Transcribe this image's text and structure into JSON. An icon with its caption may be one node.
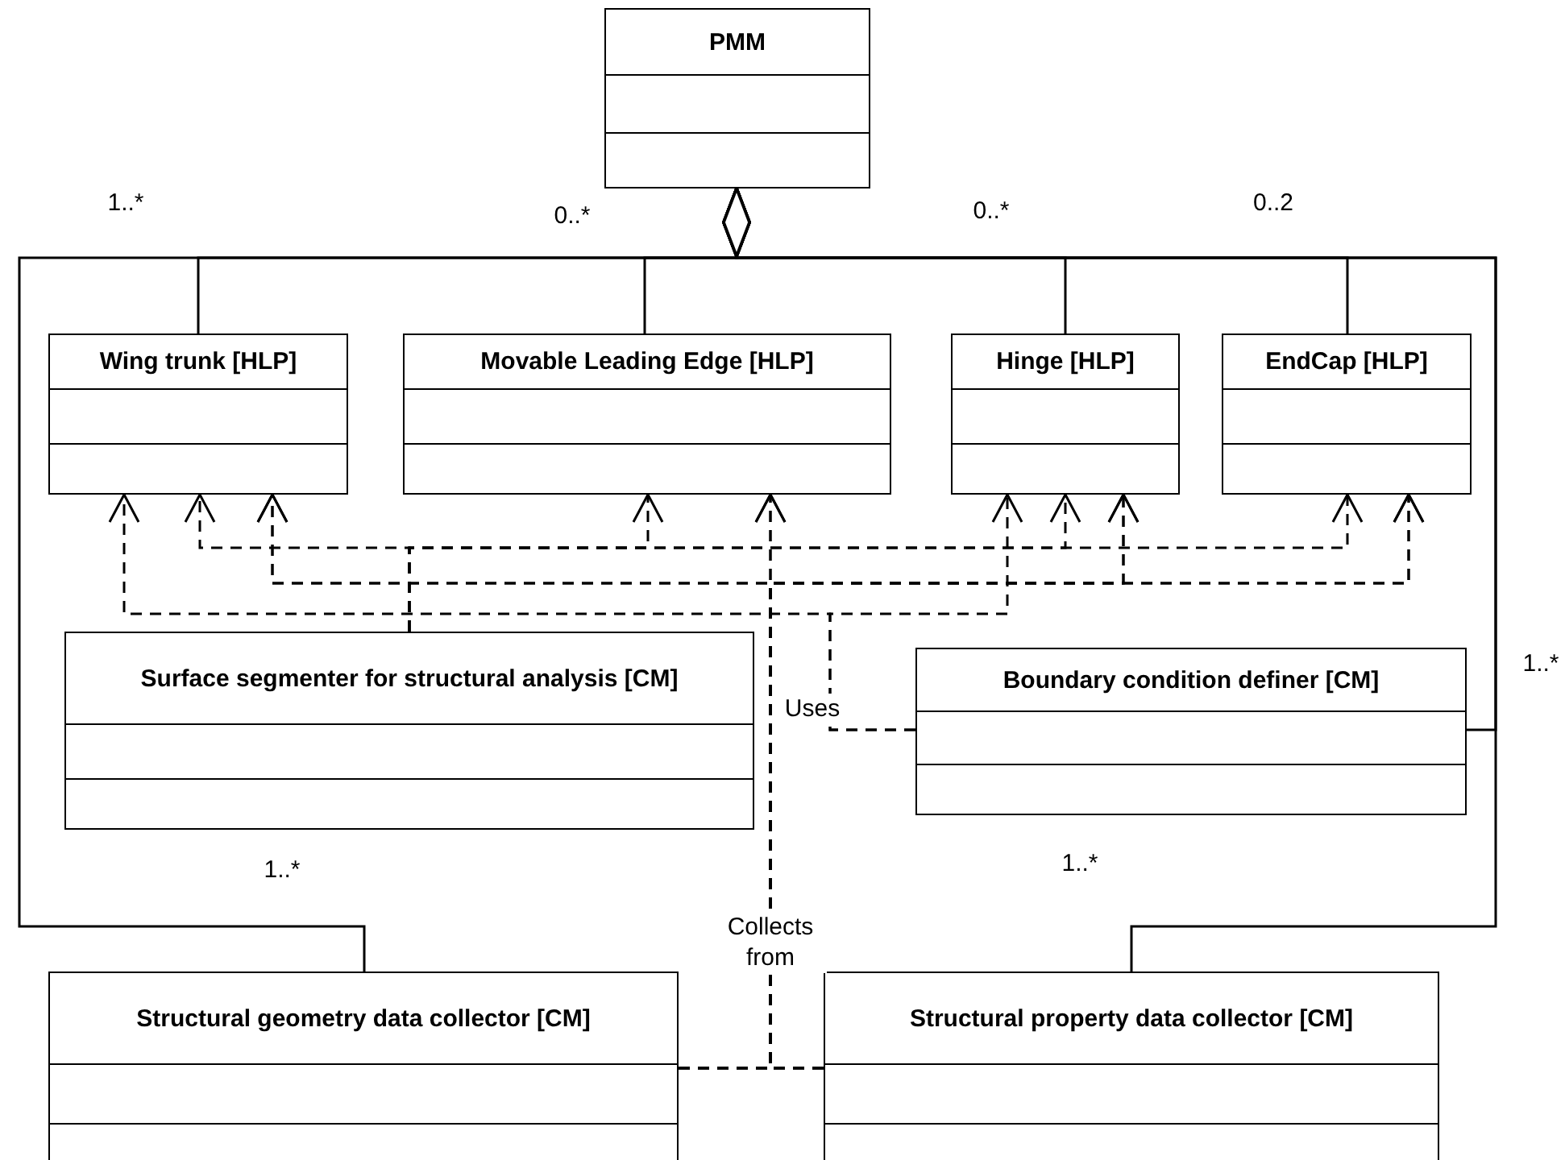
{
  "diagram": {
    "nodes": [
      {
        "text": [
          "PMM"
        ]
      },
      {
        "text": [
          "Wing trunk [HLP]"
        ]
      },
      {
        "text": [
          "Movable Leading Edge [HLP]"
        ]
      },
      {
        "text": [
          "Hinge [HLP]"
        ]
      },
      {
        "text": [
          "EndCap [HLP]"
        ]
      },
      {
        "text": [
          "Surface segmenter for structural analysis [CM]"
        ]
      },
      {
        "text": [
          "Boundary condition definer [CM]"
        ]
      },
      {
        "text": [
          "Structural geometry data collector [CM]"
        ]
      },
      {
        "text": [
          "Structural property data collector [CM]"
        ]
      }
    ],
    "edges": [
      {
        "from": 0,
        "to": 1,
        "arrow": "other",
        "label": "1..*"
      },
      {
        "from": 0,
        "to": 2,
        "arrow": "other",
        "label": "0..*"
      },
      {
        "from": 0,
        "to": 3,
        "arrow": "other",
        "label": "0..*"
      },
      {
        "from": 0,
        "to": 4,
        "arrow": "other",
        "label": "0..2"
      },
      {
        "from": 0,
        "to": 6,
        "arrow": "other",
        "label": "1..*"
      },
      {
        "from": 0,
        "to": 7,
        "arrow": "other",
        "label": "1..*"
      },
      {
        "from": 0,
        "to": 8,
        "arrow": "other",
        "label": "1..*"
      },
      {
        "from": 5,
        "to": 1,
        "arrow": "to",
        "style": "dashed"
      },
      {
        "from": 5,
        "to": 2,
        "arrow": "to",
        "style": "dashed"
      },
      {
        "from": 5,
        "to": 3,
        "arrow": "to",
        "style": "dashed"
      },
      {
        "from": 5,
        "to": 4,
        "arrow": "to",
        "style": "dashed"
      },
      {
        "from": 7,
        "to": 1,
        "arrow": "to",
        "style": "dashed"
      },
      {
        "from": 7,
        "to": 2,
        "arrow": "to",
        "style": "dashed",
        "label": "Collects from"
      },
      {
        "from": 7,
        "to": 3,
        "arrow": "to",
        "style": "dashed"
      },
      {
        "from": 7,
        "to": 4,
        "arrow": "to",
        "style": "dashed"
      },
      {
        "from": 8,
        "to": 1,
        "arrow": "to",
        "style": "dashed"
      },
      {
        "from": 8,
        "to": 2,
        "arrow": "to",
        "style": "dashed"
      },
      {
        "from": 8,
        "to": 3,
        "arrow": "to",
        "style": "dashed"
      },
      {
        "from": 8,
        "to": 4,
        "arrow": "to",
        "style": "dashed"
      },
      {
        "from": 6,
        "to": 1,
        "arrow": "to",
        "style": "dashed",
        "label": "Uses"
      },
      {
        "from": 6,
        "to": 3,
        "arrow": "to",
        "style": "dashed"
      }
    ]
  }
}
